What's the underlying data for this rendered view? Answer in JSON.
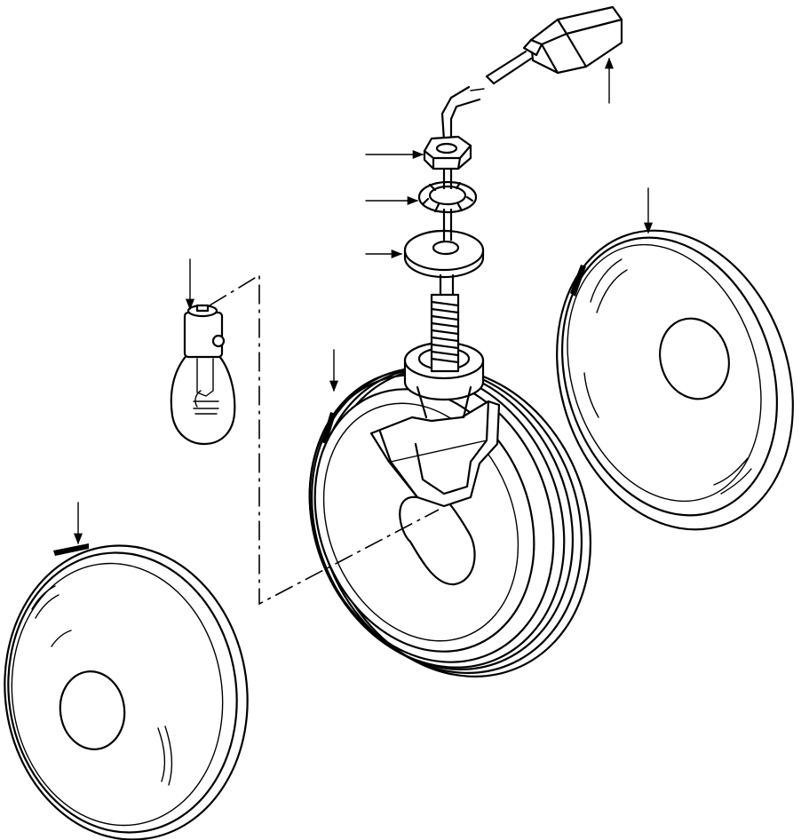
{
  "diagram": {
    "type": "exploded-parts-view",
    "colors": {
      "ink": "#000000",
      "paper": "#ffffff"
    },
    "parts": [
      {
        "id": "connector-plug",
        "icon": "plug-icon"
      },
      {
        "id": "hex-nut",
        "icon": "nut-icon"
      },
      {
        "id": "lock-washer",
        "icon": "lock-washer-icon"
      },
      {
        "id": "flat-washer",
        "icon": "washer-icon"
      },
      {
        "id": "bulb",
        "icon": "bulb-icon"
      },
      {
        "id": "lamp-housing",
        "icon": "lamp-housing-icon"
      },
      {
        "id": "lens-right",
        "icon": "lens-icon"
      },
      {
        "id": "lens-left",
        "icon": "lens-icon"
      }
    ]
  }
}
